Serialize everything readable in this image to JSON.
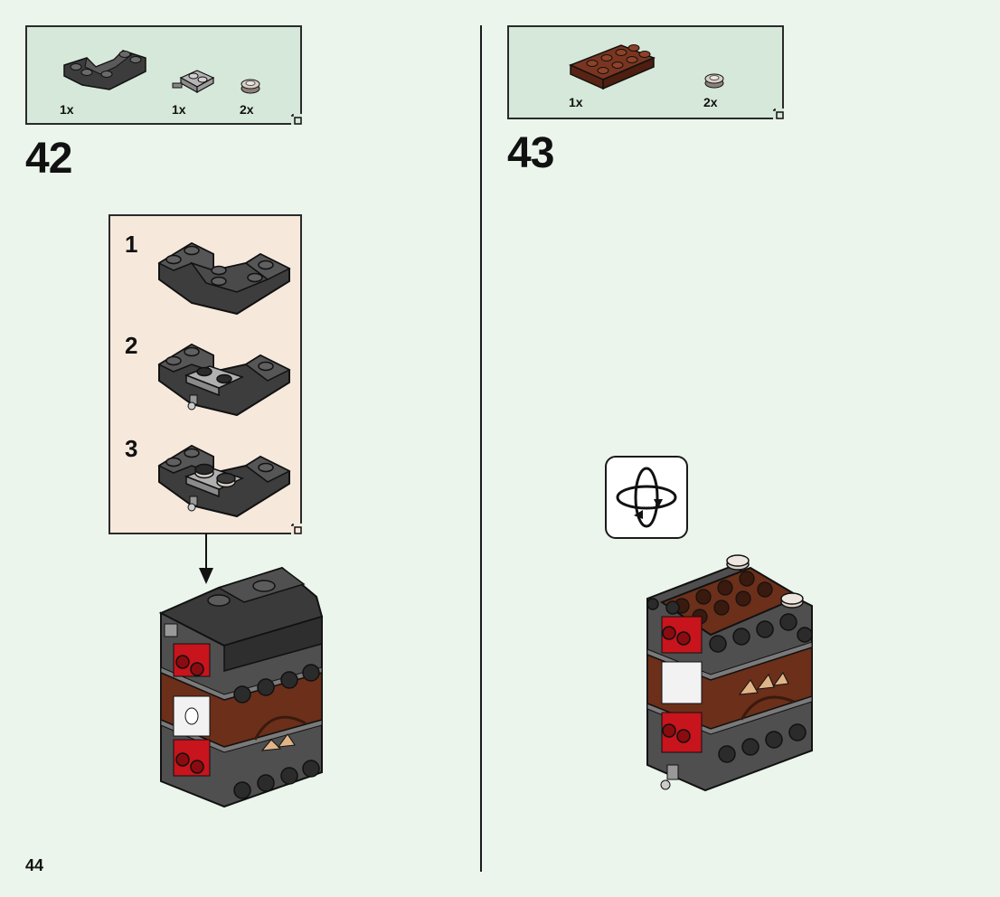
{
  "page_number": "44",
  "left_step": {
    "number": "42",
    "parts": [
      {
        "name": "gray-inverted-slope-piece",
        "qty": "1x"
      },
      {
        "name": "gray-plate-with-clip",
        "qty": "1x"
      },
      {
        "name": "round-tile",
        "qty": "2x"
      }
    ],
    "substeps": [
      "1",
      "2",
      "3"
    ]
  },
  "right_step": {
    "number": "43",
    "parts": [
      {
        "name": "brown-plate-2x4",
        "qty": "1x"
      },
      {
        "name": "round-tile",
        "qty": "2x"
      }
    ],
    "rotate_icon": "rotate-model-icon"
  },
  "colors": {
    "background": "#ebf5ec",
    "parts_box": "#d6e8d9",
    "substep_box": "#f6e9dc",
    "dark_gray": "#4a4a4a",
    "brown": "#6b2f1a",
    "red": "#c8141c"
  }
}
